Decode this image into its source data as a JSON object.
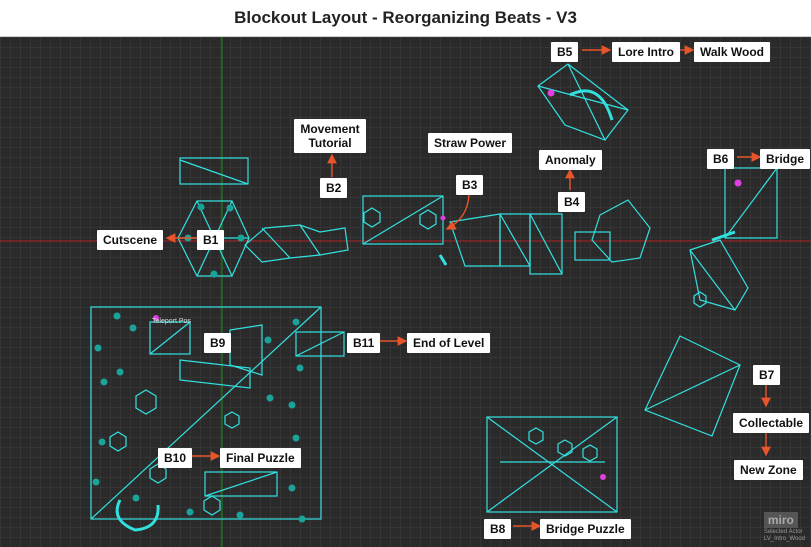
{
  "title": "Blockout Layout - Reorganizing Beats - V3",
  "labels": {
    "b1": "B1",
    "cutscene": "Cutscene",
    "b2": "B2",
    "movement_tutorial": "Movement Tutorial",
    "b3": "B3",
    "straw_power": "Straw Power",
    "b4": "B4",
    "anomaly": "Anomaly",
    "b5": "B5",
    "lore_intro": "Lore Intro",
    "walk_wood": "Walk Wood",
    "b6": "B6",
    "bridge": "Bridge",
    "b7": "B7",
    "collectable": "Collectable",
    "new_zone": "New Zone",
    "b8": "B8",
    "bridge_puzzle": "Bridge Puzzle",
    "b9": "B9",
    "b10": "B10",
    "final_puzzle": "Final Puzzle",
    "b11": "B11",
    "end_of_level": "End of Level"
  },
  "viewport_text": {
    "teleport": "Teleport Pos",
    "selected_actor": "Selected Actor",
    "actor_name": "LV_Intro_Wood"
  },
  "watermark": "miro",
  "colors": {
    "geometry": "#33e0e0",
    "arrow": "#e8552a",
    "axis_red": "#b02020",
    "axis_green": "#1f8a1f",
    "marker": "#e040e0"
  }
}
